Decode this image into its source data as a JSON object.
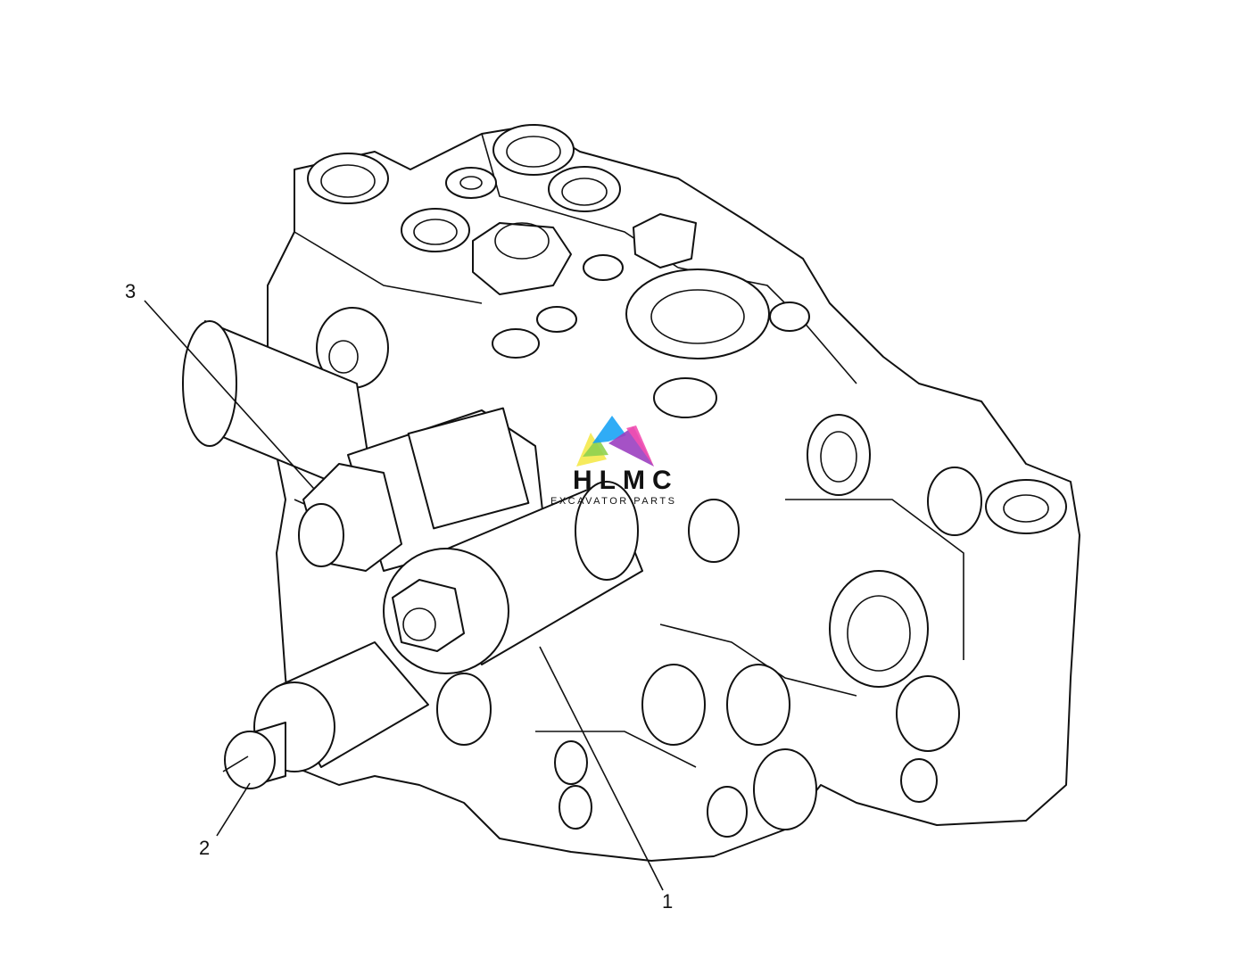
{
  "callouts": [
    {
      "label": "1"
    },
    {
      "label": "2"
    },
    {
      "label": "3"
    }
  ],
  "watermark": {
    "title": "HLMC",
    "subtitle": "EXCAVATOR PARTS",
    "colors": [
      "#f5e94b",
      "#8fd14f",
      "#1aa3f5",
      "#9b3fc0",
      "#f24fb0"
    ]
  }
}
